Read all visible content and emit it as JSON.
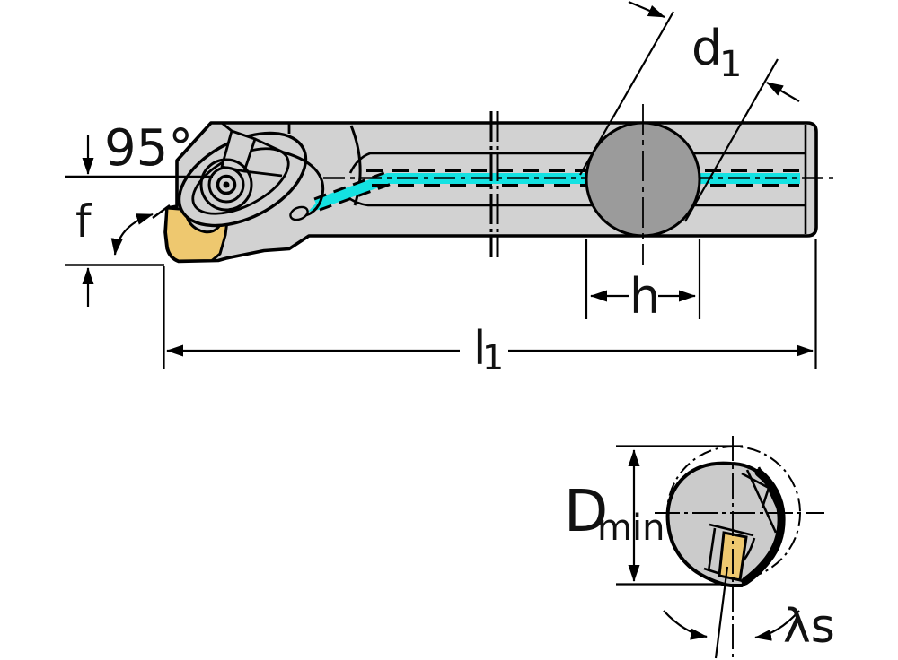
{
  "diagram": {
    "type": "technical-drawing",
    "subject": "boring-bar-tool-with-dimensions",
    "labels": {
      "approach_angle": "95°",
      "f": "f",
      "d1_base": "d",
      "d1_sub": "1",
      "h": "h",
      "l1_base": "l",
      "l1_sub": "1",
      "dmin_base": "D",
      "dmin_sub": "min",
      "lambda_s": "λs"
    },
    "colors": {
      "body_gray": "#d2d2d2",
      "hole_gray": "#9b9b9b",
      "insert_gold": "#eec86f",
      "coolant_cyan": "#14e2e2",
      "line_black": "#000000",
      "background": "#ffffff"
    }
  }
}
